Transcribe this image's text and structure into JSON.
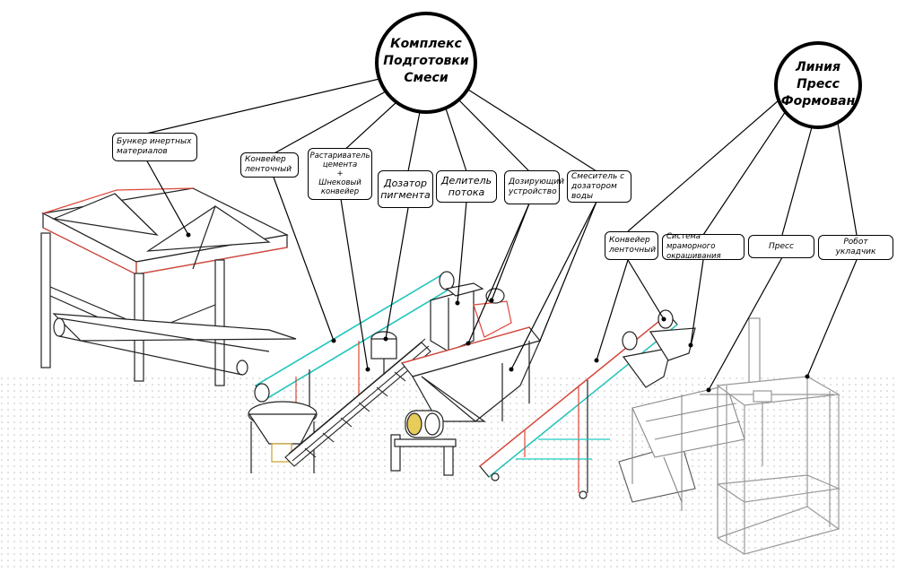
{
  "hubs": {
    "prep_complex": [
      "Комплекс",
      "Подготовки",
      "Смеси"
    ],
    "press_line": [
      "Линия",
      "Пресс",
      "Формован"
    ]
  },
  "labels": {
    "bunker": [
      "Бункер инертных",
      "материалов"
    ],
    "belt_conveyor_1": [
      "Конвейер",
      "ленточный"
    ],
    "cement_mixer": [
      "Растариватель",
      "цемента",
      "+",
      "Шнековый",
      "конвейер"
    ],
    "pigment_doser": [
      "Дозатор",
      "пигмента"
    ],
    "flow_divider": [
      "Делитель",
      "потока"
    ],
    "dosing_device": [
      "Дозирующий",
      "устройство"
    ],
    "water_mixer": [
      "Смеситель с",
      "дозатором воды"
    ],
    "belt_conveyor_2": [
      "Конвейер",
      "ленточный"
    ],
    "marble_coloring": [
      "Система мраморного",
      "окрашивания"
    ],
    "press": [
      "Пресс"
    ],
    "robot_stacker": [
      "Робот укладчик"
    ]
  },
  "colors": {
    "line": "#000000",
    "accent_red": "#e0463a",
    "accent_teal": "#1ec9c0",
    "dots": "#b8b8b8"
  }
}
